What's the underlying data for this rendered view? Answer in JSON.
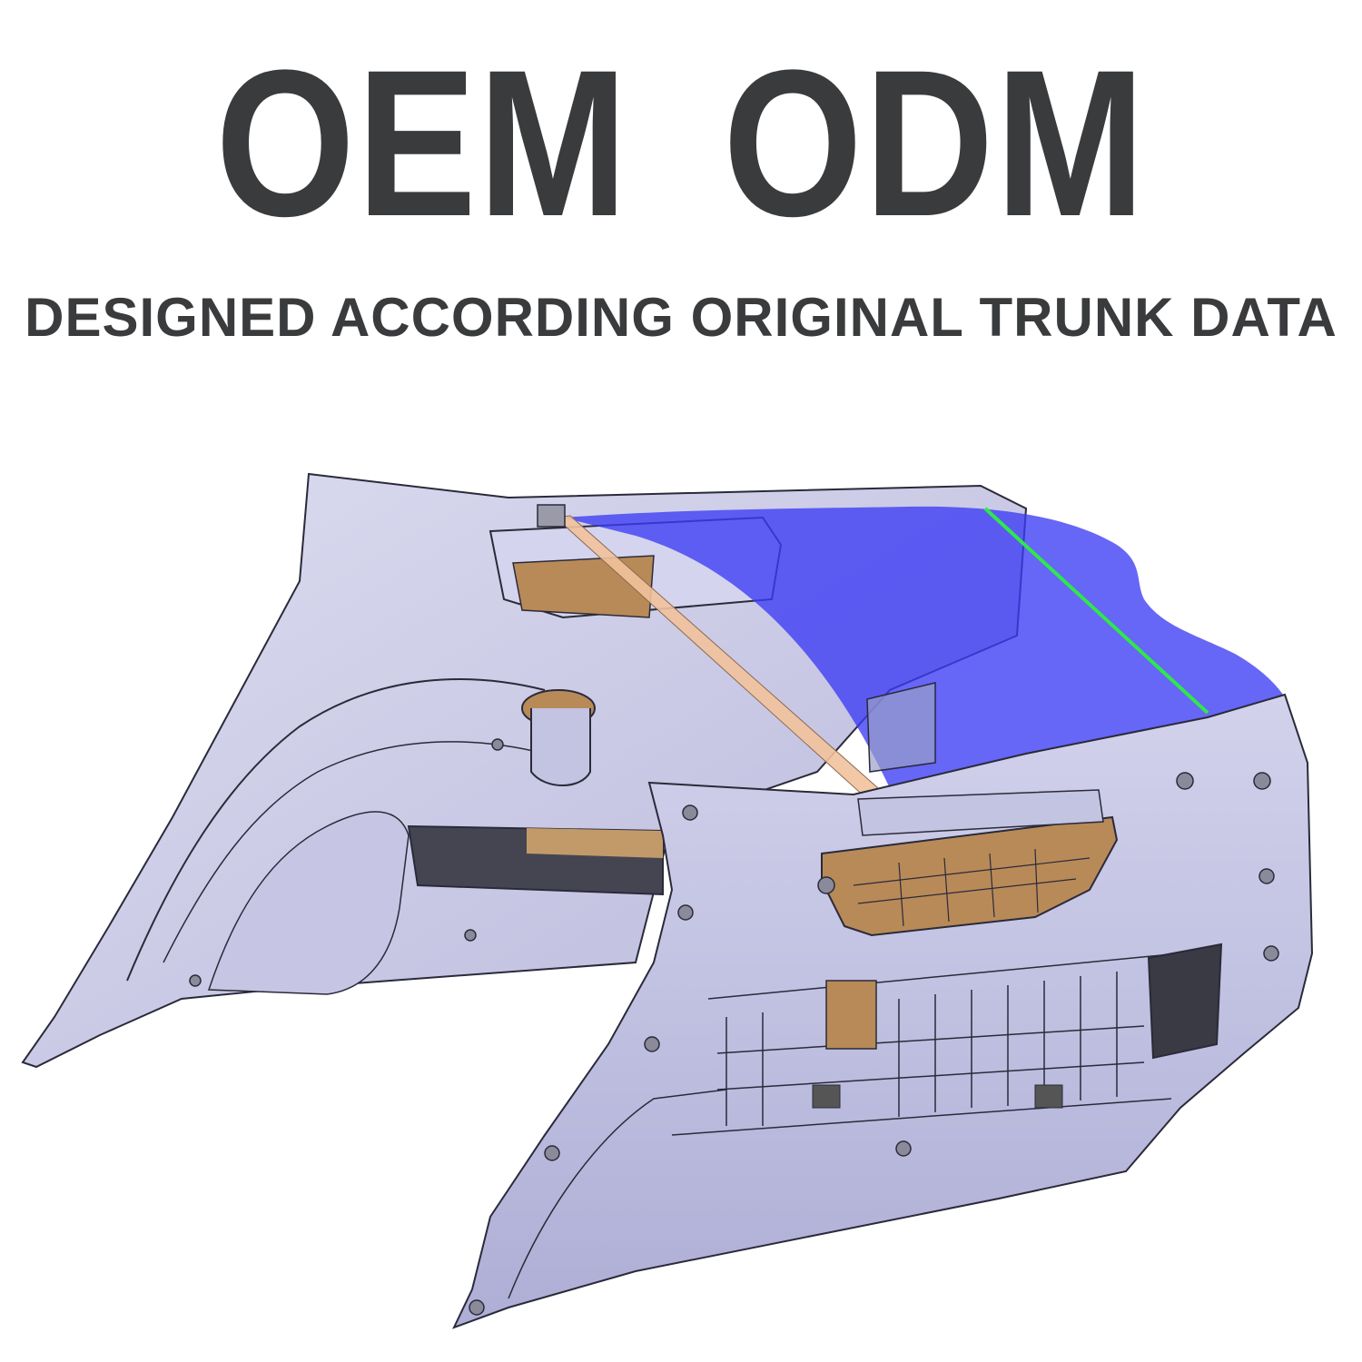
{
  "headline": {
    "left": "OEM",
    "right": "ODM"
  },
  "tagline": "DESIGNED ACCORDING ORIGINAL TRUNK DATA",
  "colors": {
    "text": "#3a3b3d",
    "panel": "#c9c9e6",
    "panel_shadow": "#a9a9d0",
    "cover": "#3b3bf5",
    "cover_bar": "#f2c29c",
    "guide_line": "#2ee84a",
    "accent_tan": "#b88a58"
  },
  "illustration": {
    "subject": "trunk side trim panels with luggage cover",
    "icon": "cad-trunk-panel-render"
  }
}
